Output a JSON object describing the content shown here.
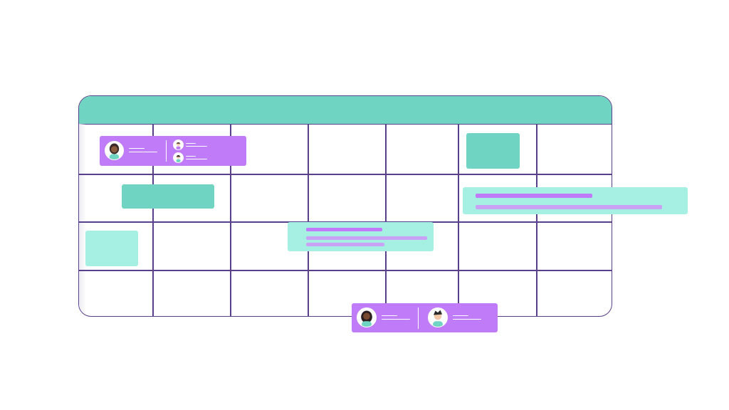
{
  "calendar": {
    "rows": 4,
    "columns": 7,
    "header_color": "#6fd4c1",
    "grid_color": "#5a3f8a"
  },
  "events": [
    {
      "name": "team-meeting-card",
      "color": "#c07bf9",
      "avatars": 3
    },
    {
      "name": "teal-event-block",
      "color": "#6fd4c1"
    },
    {
      "name": "light-event-block",
      "color": "#a5f0e2"
    },
    {
      "name": "task-card-wide",
      "color": "#a5f0e2"
    },
    {
      "name": "task-card-middle",
      "color": "#a5f0e2"
    },
    {
      "name": "pair-meeting-card",
      "color": "#c07bf9",
      "avatars": 2
    }
  ],
  "icons": [
    "person-avatar-icon"
  ]
}
